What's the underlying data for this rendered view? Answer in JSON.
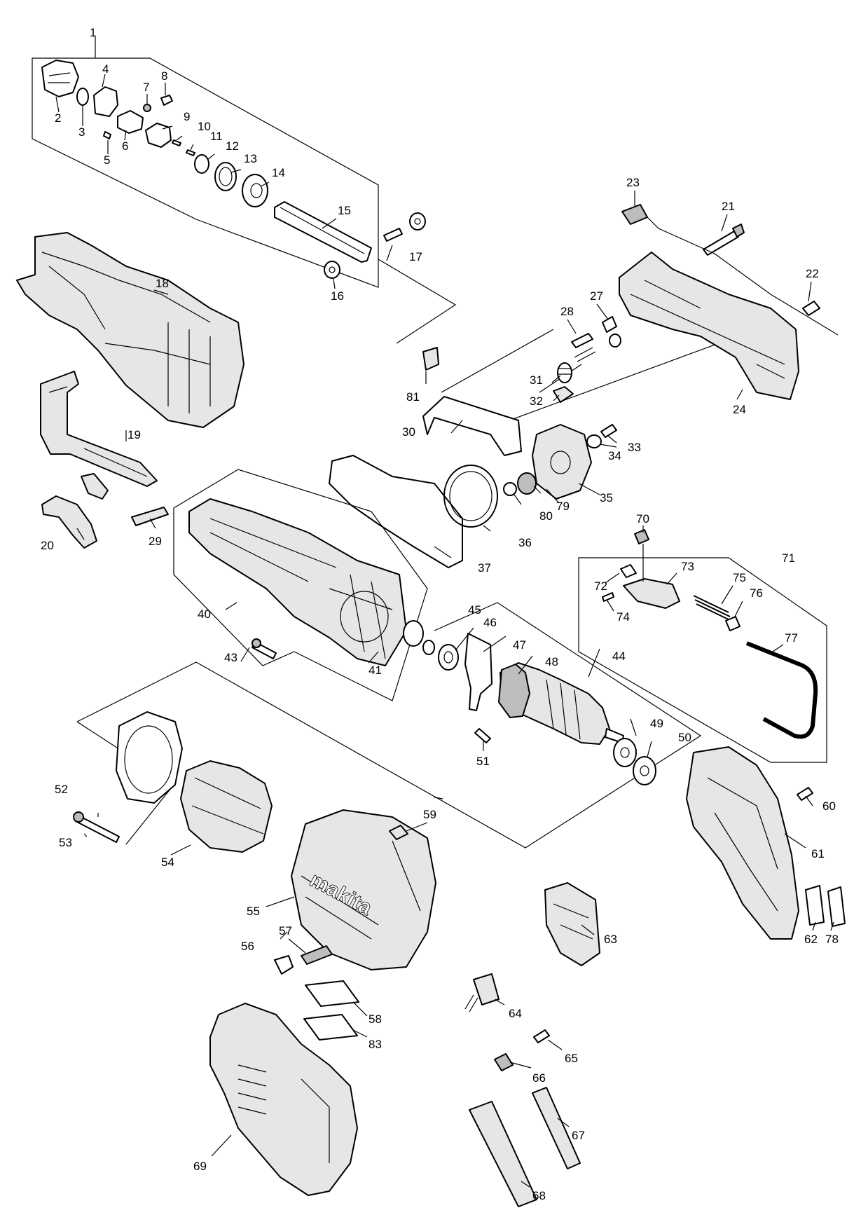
{
  "brand_text": "makita",
  "labels": {
    "p1": "1",
    "p2": "2",
    "p3": "3",
    "p4": "4",
    "p5": "5",
    "p6": "6",
    "p7": "7",
    "p8": "8",
    "p9": "9",
    "p10": "10",
    "p11": "11",
    "p12": "12",
    "p13": "13",
    "p14": "14",
    "p15": "15",
    "p16": "16",
    "p17": "17",
    "p18": "18",
    "p19": "19",
    "p20": "20",
    "p21": "21",
    "p22": "22",
    "p23": "23",
    "p24": "24",
    "p27": "27",
    "p28": "28",
    "p29": "29",
    "p30": "30",
    "p31": "31",
    "p32": "32",
    "p33": "33",
    "p34": "34",
    "p35": "35",
    "p36": "36",
    "p37": "37",
    "p40": "40",
    "p41": "41",
    "p43": "43",
    "p44": "44",
    "p45": "45",
    "p46": "46",
    "p47": "47",
    "p48": "48",
    "p49": "49",
    "p50": "50",
    "p51": "51",
    "p52": "52",
    "p53": "53",
    "p54": "54",
    "p55": "55",
    "p56": "56",
    "p57": "57",
    "p58": "58",
    "p59": "59",
    "p60": "60",
    "p61": "61",
    "p62": "62",
    "p63": "63",
    "p64": "64",
    "p65": "65",
    "p66": "66",
    "p67": "67",
    "p68": "68",
    "p69": "69",
    "p70": "70",
    "p71": "71",
    "p72": "72",
    "p73": "73",
    "p74": "74",
    "p75": "75",
    "p76": "76",
    "p77": "77",
    "p78": "78",
    "p79": "79",
    "p80": "80",
    "p81": "81",
    "p83": "83"
  }
}
